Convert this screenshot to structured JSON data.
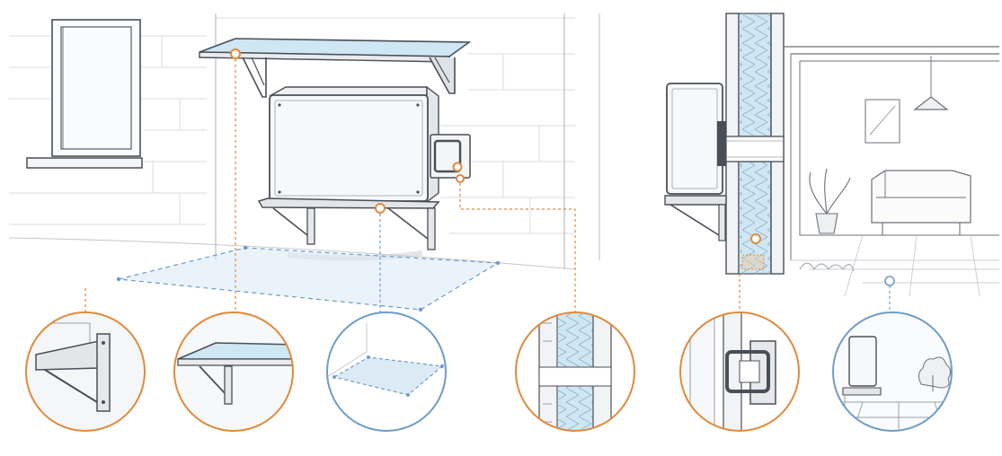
{
  "diagram": {
    "description_free": true,
    "colors": {
      "line": "#4a4f57",
      "line_light": "#9aa0a8",
      "orange": "#e08a3c",
      "blue": "#6f9cc8",
      "glass": "#cfe6f3",
      "insulation": "#bfe0ee",
      "paper": "#ffffff",
      "wall_shade": "#f3f4f6"
    },
    "callouts": [
      {
        "id": "bracket-detail",
        "accent": "orange"
      },
      {
        "id": "canopy-detail",
        "accent": "orange"
      },
      {
        "id": "base-zone-detail",
        "accent": "blue"
      },
      {
        "id": "wall-insulation-detail",
        "accent": "orange"
      },
      {
        "id": "pipe-sleeve-detail",
        "accent": "orange"
      },
      {
        "id": "interior-view-detail",
        "accent": "blue"
      }
    ],
    "icons": [
      "bracket-icon",
      "canopy-icon",
      "footprint-icon",
      "insulation-icon",
      "sleeve-icon",
      "plant-icon"
    ]
  }
}
